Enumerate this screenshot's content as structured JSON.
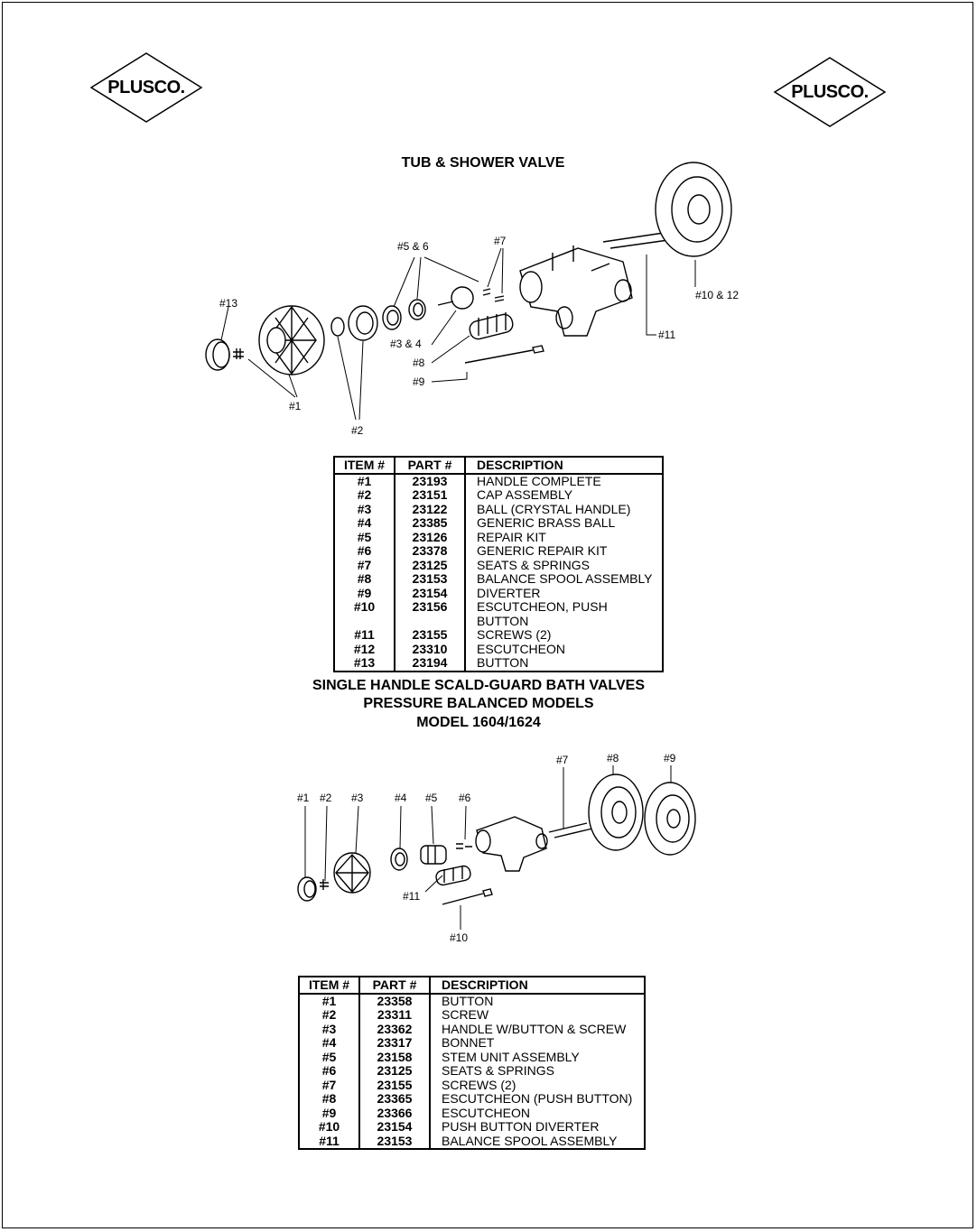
{
  "logos": {
    "left": "PLUSCO.",
    "right": "PLUSCO."
  },
  "section1": {
    "title": "TUB & SHOWER VALVE",
    "callouts": {
      "c5_6": "#5 & 6",
      "c7": "#7",
      "c13": "#13",
      "c10_12": "#10 & 12",
      "c3_4": "#3 & 4",
      "c11": "#11",
      "c8": "#8",
      "c9": "#9",
      "c1": "#1",
      "c2": "#2"
    },
    "table": {
      "headers": [
        "ITEM #",
        "PART #",
        "DESCRIPTION"
      ],
      "rows": [
        [
          "#1",
          "23193",
          "HANDLE COMPLETE"
        ],
        [
          "#2",
          "23151",
          "CAP ASSEMBLY"
        ],
        [
          "#3",
          "23122",
          "BALL (CRYSTAL HANDLE)"
        ],
        [
          "#4",
          "23385",
          "GENERIC BRASS BALL"
        ],
        [
          "#5",
          "23126",
          "REPAIR KIT"
        ],
        [
          "#6",
          "23378",
          "GENERIC REPAIR KIT"
        ],
        [
          "#7",
          "23125",
          "SEATS & SPRINGS"
        ],
        [
          "#8",
          "23153",
          "BALANCE SPOOL ASSEMBLY"
        ],
        [
          "#9",
          "23154",
          "DIVERTER"
        ],
        [
          "#10",
          "23156",
          "ESCUTCHEON, PUSH BUTTON"
        ],
        [
          "#11",
          "23155",
          "SCREWS (2)"
        ],
        [
          "#12",
          "23310",
          "ESCUTCHEON"
        ],
        [
          "#13",
          "23194",
          "BUTTON"
        ]
      ]
    }
  },
  "section2": {
    "title_lines": [
      "SINGLE HANDLE SCALD-GUARD BATH VALVES",
      "PRESSURE BALANCED MODELS",
      "MODEL 1604/1624"
    ],
    "callouts": {
      "c1": "#1",
      "c2": "#2",
      "c3": "#3",
      "c4": "#4",
      "c5": "#5",
      "c6": "#6",
      "c7": "#7",
      "c8": "#8",
      "c9": "#9",
      "c10": "#10",
      "c11": "#11"
    },
    "table": {
      "headers": [
        "ITEM #",
        "PART #",
        "DESCRIPTION"
      ],
      "rows": [
        [
          "#1",
          "23358",
          "BUTTON"
        ],
        [
          "#2",
          "23311",
          "SCREW"
        ],
        [
          "#3",
          "23362",
          "HANDLE W/BUTTON & SCREW"
        ],
        [
          "#4",
          "23317",
          "BONNET"
        ],
        [
          "#5",
          "23158",
          "STEM UNIT ASSEMBLY"
        ],
        [
          "#6",
          "23125",
          "SEATS & SPRINGS"
        ],
        [
          "#7",
          "23155",
          "SCREWS (2)"
        ],
        [
          "#8",
          "23365",
          "ESCUTCHEON (PUSH BUTTON)"
        ],
        [
          "#9",
          "23366",
          "ESCUTCHEON"
        ],
        [
          "#10",
          "23154",
          "PUSH BUTTON DIVERTER"
        ],
        [
          "#11",
          "23153",
          "BALANCE SPOOL ASSEMBLY"
        ]
      ]
    }
  }
}
